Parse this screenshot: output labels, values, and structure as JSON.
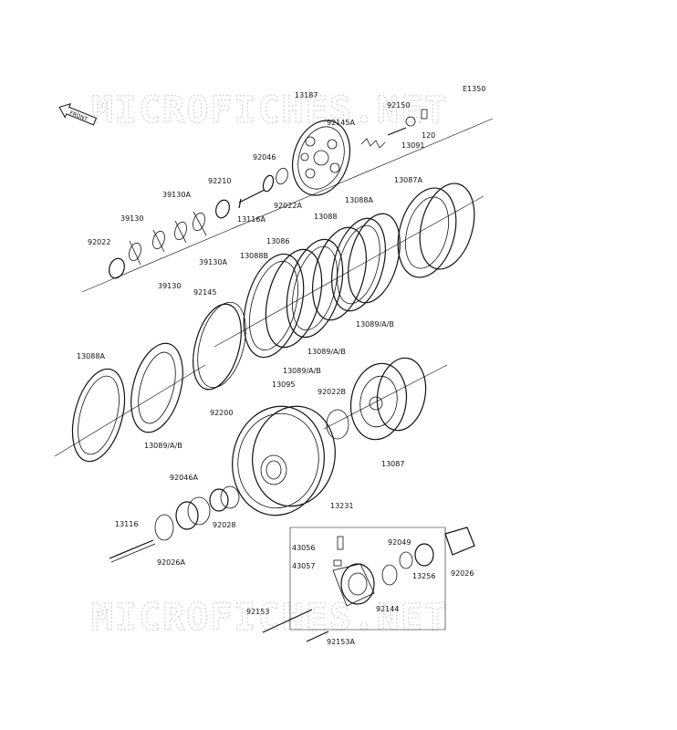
{
  "diagram": {
    "ref_code": "E1350",
    "front_label": "FRONT",
    "watermark_top": "MICROFICHES.NET",
    "watermark_bottom": "MICROFICHES.NET",
    "parts": [
      {
        "id": "p13187",
        "label": "13187"
      },
      {
        "id": "p92150",
        "label": "92150"
      },
      {
        "id": "p92145a",
        "label": "92145A"
      },
      {
        "id": "p13091",
        "label": "13091"
      },
      {
        "id": "p120",
        "label": "120"
      },
      {
        "id": "p92046",
        "label": "92046"
      },
      {
        "id": "p92210",
        "label": "92210"
      },
      {
        "id": "p92022a",
        "label": "92022A"
      },
      {
        "id": "p13116a",
        "label": "13116A"
      },
      {
        "id": "p39130a_top",
        "label": "39130A"
      },
      {
        "id": "p39130_top",
        "label": "39130"
      },
      {
        "id": "p92022",
        "label": "92022"
      },
      {
        "id": "p39130_bot",
        "label": "39130"
      },
      {
        "id": "p39130a_bot",
        "label": "39130A"
      },
      {
        "id": "p13087a",
        "label": "13087A"
      },
      {
        "id": "p13088a_top",
        "label": "13088A"
      },
      {
        "id": "p13088",
        "label": "13088"
      },
      {
        "id": "p13086",
        "label": "13086"
      },
      {
        "id": "p13088b",
        "label": "13088B"
      },
      {
        "id": "p13089_1",
        "label": "13089/A/B"
      },
      {
        "id": "p13089_2",
        "label": "13089/A/B"
      },
      {
        "id": "p13089_3",
        "label": "13089/A/B"
      },
      {
        "id": "p92145",
        "label": "92145"
      },
      {
        "id": "p13088a_left",
        "label": "13088A"
      },
      {
        "id": "p92200",
        "label": "92200"
      },
      {
        "id": "p13089_4",
        "label": "13089/A/B"
      },
      {
        "id": "p13095",
        "label": "13095"
      },
      {
        "id": "p92022b",
        "label": "92022B"
      },
      {
        "id": "p13087",
        "label": "13087"
      },
      {
        "id": "p92046a",
        "label": "92046A"
      },
      {
        "id": "p92028",
        "label": "92028"
      },
      {
        "id": "p13116",
        "label": "13116"
      },
      {
        "id": "p92026a",
        "label": "92026A"
      },
      {
        "id": "p13231",
        "label": "13231"
      },
      {
        "id": "p43056",
        "label": "43056"
      },
      {
        "id": "p43057",
        "label": "43057"
      },
      {
        "id": "p92049",
        "label": "92049"
      },
      {
        "id": "p13256",
        "label": "13256"
      },
      {
        "id": "p92026",
        "label": "92026"
      },
      {
        "id": "p92144",
        "label": "92144"
      },
      {
        "id": "p92153",
        "label": "92153"
      },
      {
        "id": "p92153a",
        "label": "92153A"
      }
    ]
  }
}
